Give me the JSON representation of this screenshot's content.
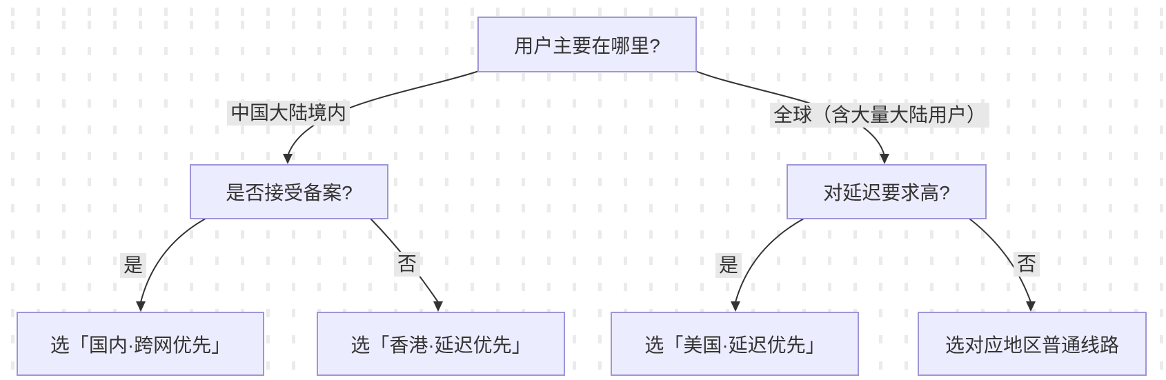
{
  "diagram": {
    "root": {
      "label": "用户主要在哪里?"
    },
    "branch_left": {
      "edge_label": "中国大陆境内",
      "question": {
        "label": "是否接受备案?"
      },
      "yes_label": "是",
      "no_label": "否",
      "yes_result": {
        "label": "选「国内·跨网优先」"
      },
      "no_result": {
        "label": "选「香港·延迟优先」"
      }
    },
    "branch_right": {
      "edge_label": "全球（含大量大陆用户）",
      "question": {
        "label": "对延迟要求高?"
      },
      "yes_label": "是",
      "no_label": "否",
      "yes_result": {
        "label": "选「美国·延迟优先」"
      },
      "no_result": {
        "label": "选对应地区普通线路"
      }
    },
    "colors": {
      "node_fill": "#ECECFF",
      "node_border": "#9d95d8",
      "edge_stroke": "#333333",
      "edge_label_bg": "#e8e8e8",
      "text": "#333333",
      "background_dots": "#ebebeb"
    }
  }
}
